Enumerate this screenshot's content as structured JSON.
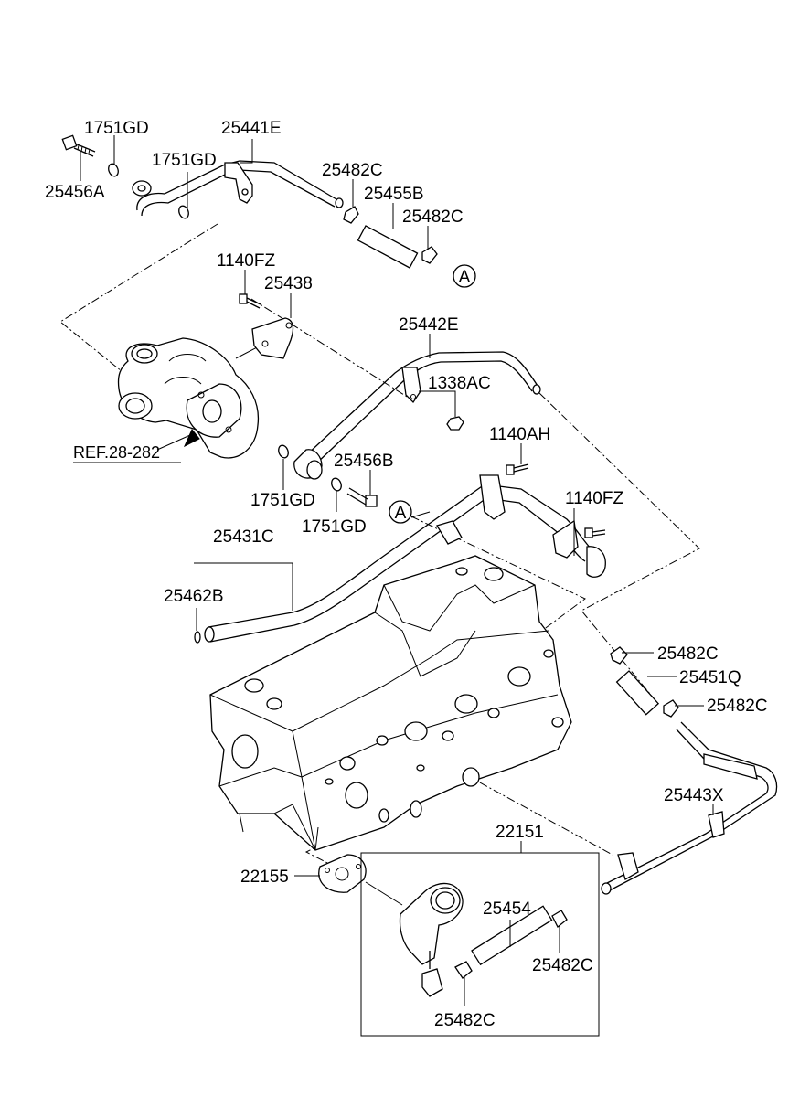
{
  "labels": {
    "l_1751gd_a": "1751GD",
    "l_25441e": "25441E",
    "l_1751gd_b": "1751GD",
    "l_25456a": "25456A",
    "l_25482c_a": "25482C",
    "l_25455b": "25455B",
    "l_25482c_b": "25482C",
    "l_1140fz_a": "1140FZ",
    "l_25438": "25438",
    "l_25442e": "25442E",
    "l_1338ac": "1338AC",
    "l_1140ah": "1140AH",
    "l_25456b": "25456B",
    "l_1751gd_c": "1751GD",
    "l_1751gd_d": "1751GD",
    "l_1140fz_b": "1140FZ",
    "l_25431c": "25431C",
    "l_25462b": "25462B",
    "l_25482c_c": "25482C",
    "l_25451q": "25451Q",
    "l_25482c_d": "25482C",
    "l_25443x": "25443X",
    "l_22151": "22151",
    "l_22155": "22155",
    "l_25454": "25454",
    "l_25482c_e": "25482C",
    "l_25482c_f": "25482C",
    "ref": "REF.28-282",
    "marker_a1": "A",
    "marker_a2": "A"
  }
}
